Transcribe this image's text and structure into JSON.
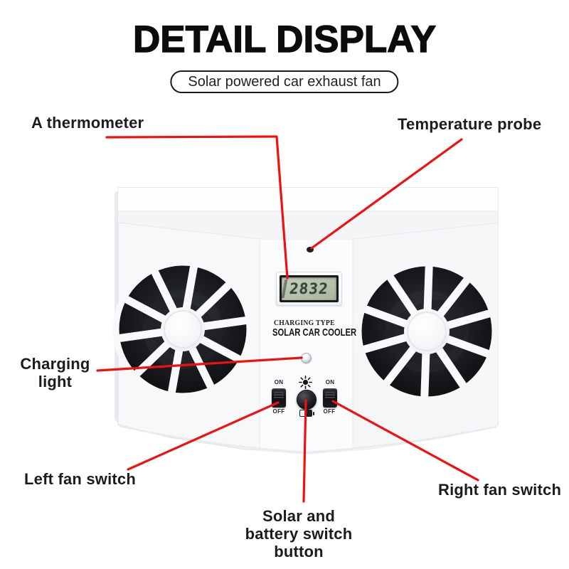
{
  "header": {
    "title": "DETAIL DISPLAY",
    "subtitle": "Solar powered car exhaust fan"
  },
  "annotations": {
    "thermometer": {
      "label": "A thermometer"
    },
    "temperature_probe": {
      "label": "Temperature probe"
    },
    "charging_light": {
      "label": "Charging light"
    },
    "left_fan_switch": {
      "label": "Left fan switch"
    },
    "right_fan_switch": {
      "label": "Right fan switch"
    },
    "solar_battery_button": {
      "label": "Solar and battery switch button"
    }
  },
  "device": {
    "lcd_value": "2832",
    "print": {
      "line1": "CHARGING TYPE",
      "line2": "SOLAR CAR COOLER"
    },
    "left_switch": {
      "on": "ON",
      "off": "OFF"
    },
    "right_switch": {
      "on": "ON",
      "off": "OFF"
    }
  },
  "colors": {
    "accent_red": "#ef1111",
    "fan_black": "#101113",
    "body_white": "#f7f8fa",
    "lcd_screen_green": "#bcc7b2",
    "lcd_frame_black": "#191a1c"
  }
}
